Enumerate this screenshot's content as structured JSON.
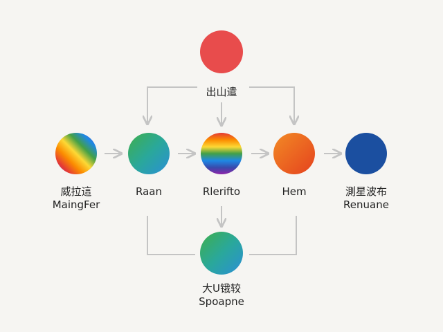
{
  "nodes": {
    "top": {
      "fill": "#e84c4c",
      "label_cjk": "",
      "label_latin": ""
    },
    "left": {
      "fill": "rainbow-diagonal",
      "label_cjk": "威拉這",
      "label_latin": "MaingFer"
    },
    "green": {
      "fill": "green-blue",
      "label_cjk": "",
      "label_latin": "Raan"
    },
    "center": {
      "fill": "rainbow-horizontal",
      "label_cjk": "",
      "label_latin": "Rlerifto"
    },
    "orange": {
      "fill": "orange-red",
      "label_cjk": "",
      "label_latin": "Hem"
    },
    "blue": {
      "fill": "#1b4fa0",
      "label_cjk": "測星波布",
      "label_latin": "Renuane"
    },
    "bottom": {
      "fill": "green-blue",
      "label_cjk": "大U锇较",
      "label_latin": "Spoapne"
    }
  },
  "top_branch_label": "出山遣",
  "colors": {
    "connector": "#c4c4c4",
    "text": "#222222"
  }
}
